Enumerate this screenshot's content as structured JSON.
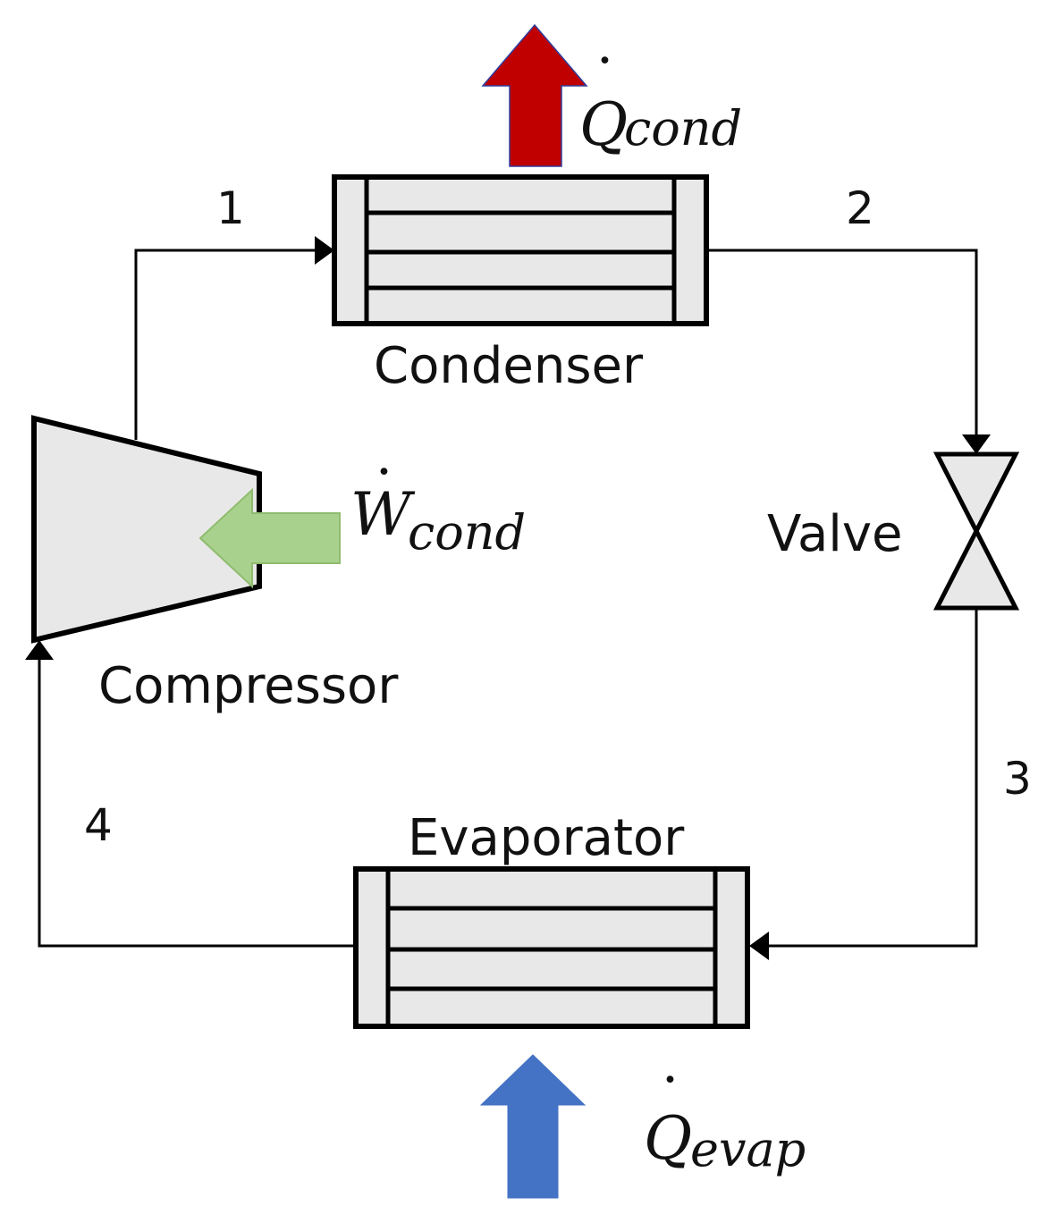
{
  "components": {
    "condenser": "Condenser",
    "evaporator": "Evaporator",
    "compressor": "Compressor",
    "valve": "Valve"
  },
  "states": {
    "s1": "1",
    "s2": "2",
    "s3": "3",
    "s4": "4"
  },
  "heat_flows": {
    "q_cond": {
      "symbol": "Q",
      "subscript": "cond"
    },
    "q_evap": {
      "symbol": "Q",
      "subscript": "evap"
    },
    "w_comp": {
      "symbol": "W",
      "subscript": "cond"
    }
  },
  "colors": {
    "condenser_heat_arrow": "#C00000",
    "evaporator_heat_arrow": "#4472C4",
    "work_arrow": "#A9D18E",
    "component_fill": "#E8E8E8",
    "line": "#000000"
  }
}
